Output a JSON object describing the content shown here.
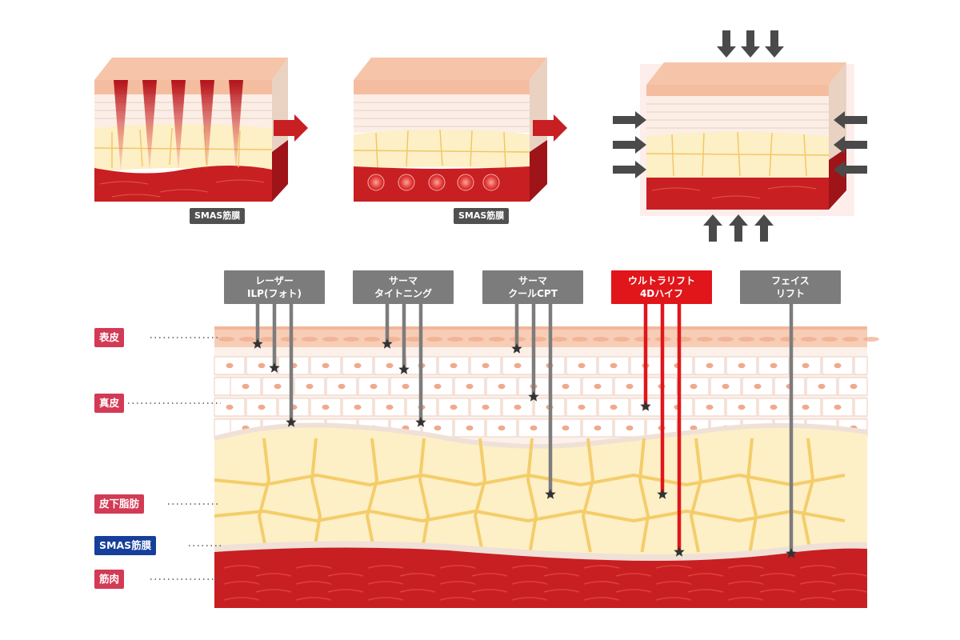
{
  "colors": {
    "epidermis": "#f5c0a4",
    "dermis": "#fbeee6",
    "dermis_cell": "#f1b49a",
    "fat": "#fdefc6",
    "fat_line": "#f3c95a",
    "muscle": "#c81f23",
    "muscle_dark": "#a3151a",
    "gray_box": "#7c7c7c",
    "red_box": "#e0161b",
    "layer_label_pink": "#d23a55",
    "layer_label_blue": "#153f9a"
  },
  "top_blocks": [
    {
      "name": "needle-heating-block",
      "tag": "SMAS筋膜"
    },
    {
      "name": "contraction-block",
      "tag": "SMAS筋膜"
    },
    {
      "name": "lifted-block"
    }
  ],
  "layers": [
    {
      "label": "表皮",
      "style": "pink"
    },
    {
      "label": "真皮",
      "style": "pink"
    },
    {
      "label": "皮下脂肪",
      "style": "pink"
    },
    {
      "label": "SMAS筋膜",
      "style": "blue"
    },
    {
      "label": "筋肉",
      "style": "pink"
    }
  ],
  "treatments": [
    {
      "line1": "レーザー",
      "line2": "ILP(フォト)",
      "highlight": false
    },
    {
      "line1": "サーマ",
      "line2": "タイトニング",
      "highlight": false
    },
    {
      "line1": "サーマ",
      "line2": "クールCPT",
      "highlight": false
    },
    {
      "line1": "ウルトラリフト",
      "line2": "4Dハイフ",
      "highlight": true
    },
    {
      "line1": "フェイス",
      "line2": "リフト",
      "highlight": false
    }
  ]
}
